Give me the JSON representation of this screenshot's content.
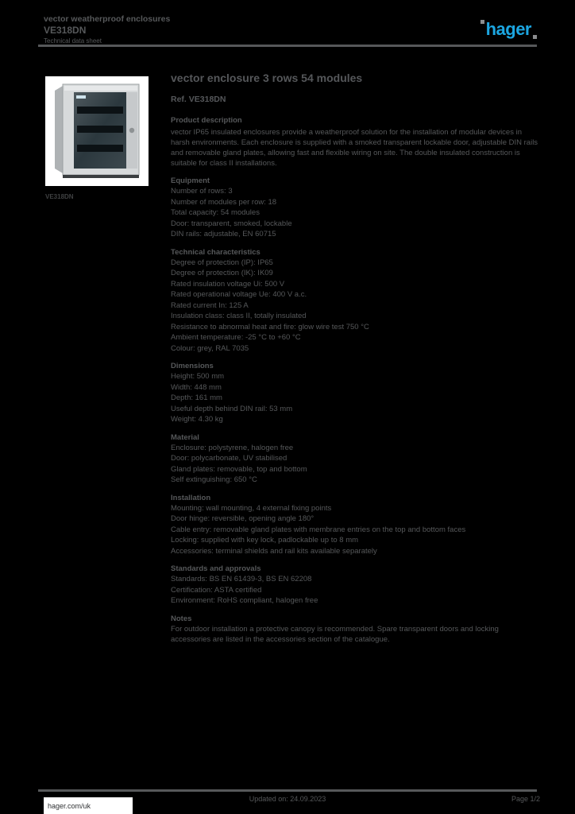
{
  "colors": {
    "background": "#000000",
    "text_gray": "#56585A",
    "brand_blue": "#1CA6E1",
    "photo_bg": "#FFFFFF"
  },
  "header": {
    "line1": "vector weatherproof enclosures",
    "line2": "VE318DN",
    "line3": "Technical data sheet",
    "logo_text": "hager"
  },
  "photo": {
    "caption": "VE318DN"
  },
  "main": {
    "title": "vector enclosure 3 rows 54 modules",
    "reference_line": "Ref. VE318DN",
    "description_heading": "Product description",
    "description": "vector IP65 insulated enclosures provide a weatherproof solution for the installation of modular devices in harsh environments. Each enclosure is supplied with a smoked transparent lockable door, adjustable DIN rails and removable gland plates, allowing fast and flexible wiring on site. The double insulated construction is suitable for class II installations."
  },
  "sections": [
    {
      "title": "Equipment",
      "rows": [
        {
          "label": "Number of rows",
          "value": "3"
        },
        {
          "label": "Number of modules per row",
          "value": "18"
        },
        {
          "label": "Total capacity",
          "value": "54 modules"
        },
        {
          "label": "Door",
          "value": "transparent, smoked, lockable"
        },
        {
          "label": "DIN rails",
          "value": "adjustable, EN 60715"
        }
      ]
    },
    {
      "title": "Technical characteristics",
      "rows": [
        {
          "label": "Degree of protection (IP)",
          "value": "IP65"
        },
        {
          "label": "Degree of protection (IK)",
          "value": "IK09"
        },
        {
          "label": "Rated insulation voltage Ui",
          "value": "500 V"
        },
        {
          "label": "Rated operational voltage Ue",
          "value": "400 V a.c."
        },
        {
          "label": "Rated current In",
          "value": "125 A"
        },
        {
          "label": "Insulation class",
          "value": "class II, totally insulated"
        },
        {
          "label": "Resistance to abnormal heat and fire",
          "value": "glow wire test 750 °C"
        },
        {
          "label": "Ambient temperature",
          "value": "-25 °C to +60 °C"
        },
        {
          "label": "Colour",
          "value": "grey, RAL 7035"
        }
      ]
    },
    {
      "title": "Dimensions",
      "rows": [
        {
          "label": "Height",
          "value": "500 mm"
        },
        {
          "label": "Width",
          "value": "448 mm"
        },
        {
          "label": "Depth",
          "value": "161 mm"
        },
        {
          "label": "Useful depth behind DIN rail",
          "value": "53 mm"
        },
        {
          "label": "Weight",
          "value": "4.30 kg"
        }
      ]
    },
    {
      "title": "Material",
      "rows": [
        {
          "label": "Enclosure",
          "value": "polystyrene, halogen free"
        },
        {
          "label": "Door",
          "value": "polycarbonate, UV stabilised"
        },
        {
          "label": "Gland plates",
          "value": "removable, top and bottom"
        },
        {
          "label": "Self extinguishing",
          "value": "650 °C"
        }
      ]
    },
    {
      "title": "Installation",
      "rows": [
        {
          "label": "Mounting",
          "value": "wall mounting, 4 external fixing points"
        },
        {
          "label": "Door hinge",
          "value": "reversible, opening angle 180°"
        },
        {
          "label": "Cable entry",
          "value": "removable gland plates with membrane entries on the top and bottom faces"
        },
        {
          "label": "Locking",
          "value": "supplied with key lock, padlockable up to 8 mm"
        },
        {
          "label": "Accessories",
          "value": "terminal shields and rail kits available separately"
        }
      ]
    },
    {
      "title": "Standards and approvals",
      "rows": [
        {
          "label": "Standards",
          "value": "BS EN 61439-3, BS EN 62208"
        },
        {
          "label": "Certification",
          "value": "ASTA certified"
        },
        {
          "label": "Environment",
          "value": "RoHS compliant, halogen free"
        }
      ]
    },
    {
      "title": "Notes",
      "text": "For outdoor installation a protective canopy is recommended. Spare transparent doors and locking accessories are listed in the accessories section of the catalogue."
    }
  ],
  "footer": {
    "left": "hager.com/uk",
    "center": "Updated on: 24.09.2023",
    "right": "Page 1/2"
  }
}
